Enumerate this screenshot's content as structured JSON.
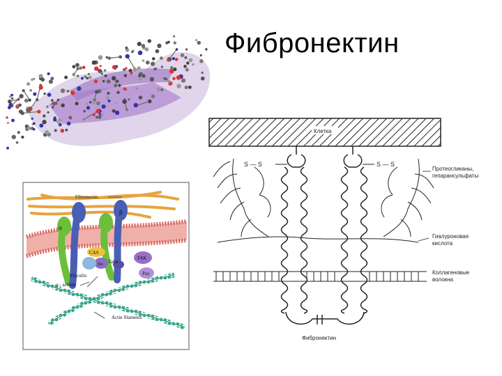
{
  "slide": {
    "title": "Фибронектин"
  },
  "integrin_figure": {
    "labels": {
      "fibronectin": "Fibronectin",
      "alpha": "α",
      "beta": "β",
      "cas": "CAS",
      "src": "Src",
      "talin": "Talin",
      "fak": "FAK",
      "pax": "Pax",
      "vinculin": "Vinculin",
      "alpha_actinin": "α - actinin",
      "actin": "Actin filaments"
    },
    "colors": {
      "fibronectin": "#e8a33c",
      "membrane": "#d9655f",
      "alpha_subunit": "#6bbf3a",
      "beta_subunit": "#4a5fb3",
      "actin": "#3aa389"
    }
  },
  "matrix_diagram": {
    "labels": {
      "cell": "Клетка",
      "ss_left": "S — S",
      "ss_right": "S — S",
      "proteoglycans": "Протеогликаны,\nгепарансульфаты",
      "proteoglycans_line1": "Протеогликаны,",
      "proteoglycans_line2": "гепарансульфаты",
      "hyaluronic_line1": "Гиалуроновая",
      "hyaluronic_line2": "кислота",
      "collagen_line1": "Коллагеновые",
      "collagen_line2": "волокна",
      "fibronectin": "Фибронектин"
    }
  }
}
